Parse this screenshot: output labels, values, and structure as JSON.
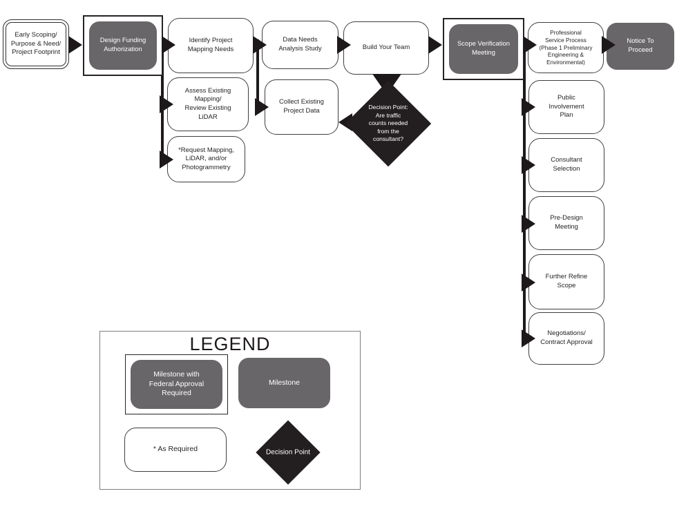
{
  "palette": {
    "milestone_fill": "#686669",
    "decision_fill": "#231f20",
    "connector": "#1d191a",
    "background": "#ffffff"
  },
  "flow": {
    "early_scoping": "Early Scoping/\nPurpose & Need/\nProject Footprint",
    "design_funding": "Design Funding\nAuthorization",
    "identify_mapping": "Identify Project\nMapping Needs",
    "data_needs": "Data Needs\nAnalysis Study",
    "build_team": "Build Your Team",
    "scope_verification": "Scope Verification\nMeeting",
    "professional_service": "Professional\nService Process\n(Phase 1 Preliminary\nEngineering &\nEnvironmental)",
    "notice_proceed": "Notice To\nProceed",
    "assess_existing": "Assess Existing\nMapping/\nReview Existing\nLiDAR",
    "collect_existing": "Collect Existing\nProject Data",
    "request_mapping": "*Request Mapping,\nLiDAR, and/or\nPhotogrammetry",
    "decision_traffic": "Decision Point:\nAre traffic\ncounts needed\nfrom the\nconsultant?",
    "public_involvement": "Public\nInvolvement\nPlan",
    "consultant_selection": "Consultant\nSelection",
    "pre_design": "Pre-Design\nMeeting",
    "further_refine": "Further Refine\nScope",
    "negotiations": "Negotiations/\nContract Approval"
  },
  "legend": {
    "title": "LEGEND",
    "milestone_federal": "Milestone with\nFederal Approval\nRequired",
    "milestone": "Milestone",
    "as_required": "* As Required",
    "decision_point": "Decision Point"
  }
}
